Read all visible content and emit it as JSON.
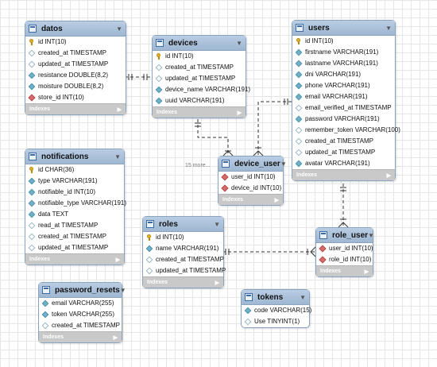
{
  "tables": {
    "datos": {
      "name": "datos",
      "columns": [
        {
          "label": "id INT(10)",
          "icon": "primary-key-icon"
        },
        {
          "label": "created_at TIMESTAMP",
          "icon": "nullable-column-icon"
        },
        {
          "label": "updated_at TIMESTAMP",
          "icon": "nullable-column-icon"
        },
        {
          "label": "resistance DOUBLE(8,2)",
          "icon": "not-null-column-icon"
        },
        {
          "label": "moisture DOUBLE(8,2)",
          "icon": "not-null-column-icon"
        },
        {
          "label": "store_id INT(10)",
          "icon": "foreign-key-icon"
        }
      ],
      "footer": "Indexes"
    },
    "devices": {
      "name": "devices",
      "columns": [
        {
          "label": "id INT(10)",
          "icon": "primary-key-icon"
        },
        {
          "label": "created_at TIMESTAMP",
          "icon": "nullable-column-icon"
        },
        {
          "label": "updated_at TIMESTAMP",
          "icon": "nullable-column-icon"
        },
        {
          "label": "device_name VARCHAR(191)",
          "icon": "not-null-column-icon"
        },
        {
          "label": "uuid VARCHAR(191)",
          "icon": "not-null-column-icon"
        }
      ],
      "footer": "Indexes"
    },
    "users": {
      "name": "users",
      "columns": [
        {
          "label": "id INT(10)",
          "icon": "primary-key-icon"
        },
        {
          "label": "firstname VARCHAR(191)",
          "icon": "not-null-column-icon"
        },
        {
          "label": "lastname VARCHAR(191)",
          "icon": "not-null-column-icon"
        },
        {
          "label": "dni VARCHAR(191)",
          "icon": "not-null-column-icon"
        },
        {
          "label": "phone VARCHAR(191)",
          "icon": "not-null-column-icon"
        },
        {
          "label": "email VARCHAR(191)",
          "icon": "not-null-column-icon"
        },
        {
          "label": "email_verified_at TIMESTAMP",
          "icon": "nullable-column-icon"
        },
        {
          "label": "password VARCHAR(191)",
          "icon": "not-null-column-icon"
        },
        {
          "label": "remember_token VARCHAR(100)",
          "icon": "nullable-column-icon"
        },
        {
          "label": "created_at TIMESTAMP",
          "icon": "nullable-column-icon"
        },
        {
          "label": "updated_at TIMESTAMP",
          "icon": "nullable-column-icon"
        },
        {
          "label": "avatar VARCHAR(191)",
          "icon": "not-null-column-icon"
        }
      ],
      "footer": "Indexes"
    },
    "notifications": {
      "name": "notifications",
      "columns": [
        {
          "label": "id CHAR(36)",
          "icon": "primary-key-icon"
        },
        {
          "label": "type VARCHAR(191)",
          "icon": "not-null-column-icon"
        },
        {
          "label": "notifiable_id INT(10)",
          "icon": "not-null-column-icon"
        },
        {
          "label": "notifiable_type VARCHAR(191)",
          "icon": "not-null-column-icon"
        },
        {
          "label": "data TEXT",
          "icon": "not-null-column-icon"
        },
        {
          "label": "read_at TIMESTAMP",
          "icon": "nullable-column-icon"
        },
        {
          "label": "created_at TIMESTAMP",
          "icon": "nullable-column-icon"
        },
        {
          "label": "updated_at TIMESTAMP",
          "icon": "nullable-column-icon"
        }
      ],
      "footer": "Indexes"
    },
    "device_user": {
      "name": "device_user",
      "columns": [
        {
          "label": "user_id INT(10)",
          "icon": "foreign-key-icon"
        },
        {
          "label": "device_id INT(10)",
          "icon": "foreign-key-icon"
        }
      ],
      "footer": "Indexes"
    },
    "roles": {
      "name": "roles",
      "columns": [
        {
          "label": "id INT(10)",
          "icon": "primary-key-icon"
        },
        {
          "label": "name VARCHAR(191)",
          "icon": "not-null-column-icon"
        },
        {
          "label": "created_at TIMESTAMP",
          "icon": "nullable-column-icon"
        },
        {
          "label": "updated_at TIMESTAMP",
          "icon": "nullable-column-icon"
        }
      ],
      "footer": "Indexes"
    },
    "role_user": {
      "name": "role_user",
      "columns": [
        {
          "label": "user_id INT(10)",
          "icon": "foreign-key-icon"
        },
        {
          "label": "role_id INT(10)",
          "icon": "foreign-key-icon"
        }
      ],
      "footer": "Indexes"
    },
    "password_resets": {
      "name": "password_resets",
      "columns": [
        {
          "label": "email VARCHAR(255)",
          "icon": "not-null-column-icon"
        },
        {
          "label": "token VARCHAR(255)",
          "icon": "not-null-column-icon"
        },
        {
          "label": "created_at TIMESTAMP",
          "icon": "nullable-column-icon"
        }
      ],
      "footer": "Indexes"
    },
    "tokens": {
      "name": "tokens",
      "columns": [
        {
          "label": "code VARCHAR(15)",
          "icon": "not-null-column-icon"
        },
        {
          "label": "Use TINYINT(1)",
          "icon": "nullable-column-icon"
        }
      ]
    }
  },
  "device_user_more_label": "15 more...",
  "icons": {
    "table": "table-icon",
    "collapse": "chevron-down-icon",
    "footer_arrow": "chevron-right-icon"
  },
  "colors": {
    "header": "#a9c0da",
    "border": "#8aa3bf",
    "footer": "#c9c9c9",
    "primary_key": "#e0b52b",
    "foreign_key": "#d86a6a",
    "not_null": "#6fb1c9"
  }
}
